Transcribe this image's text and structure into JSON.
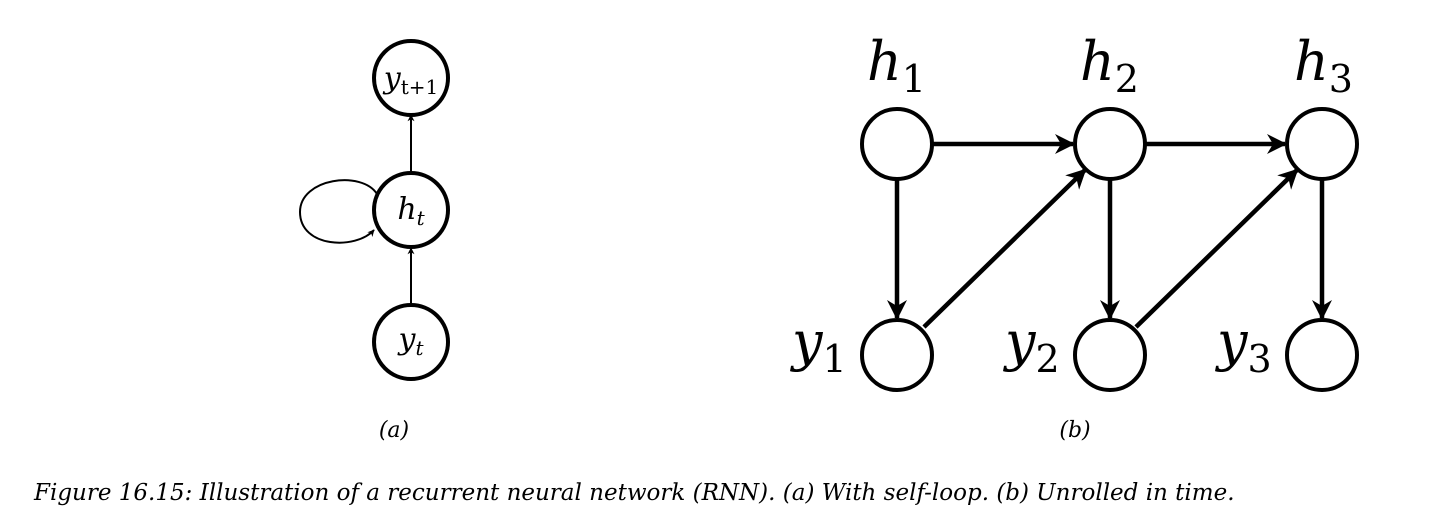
{
  "panel_a": {
    "nodes": [
      {
        "id": "y_t+1",
        "var": "y",
        "sub": "t+1"
      },
      {
        "id": "h_t",
        "var": "h",
        "sub": "t"
      },
      {
        "id": "y_t",
        "var": "y",
        "sub": "t"
      }
    ],
    "edges": [
      {
        "from": "y_t",
        "to": "h_t"
      },
      {
        "from": "h_t",
        "to": "y_t+1"
      },
      {
        "from": "h_t",
        "to": "h_t",
        "kind": "self-loop"
      }
    ],
    "label": "(a)"
  },
  "panel_b": {
    "nodes": [
      {
        "id": "h1",
        "var": "h",
        "sub": "1"
      },
      {
        "id": "h2",
        "var": "h",
        "sub": "2"
      },
      {
        "id": "h3",
        "var": "h",
        "sub": "3"
      },
      {
        "id": "y1",
        "var": "y",
        "sub": "1"
      },
      {
        "id": "y2",
        "var": "y",
        "sub": "2"
      },
      {
        "id": "y3",
        "var": "y",
        "sub": "3"
      }
    ],
    "edges": [
      {
        "from": "h1",
        "to": "h2"
      },
      {
        "from": "h2",
        "to": "h3"
      },
      {
        "from": "h1",
        "to": "y1"
      },
      {
        "from": "h2",
        "to": "y2"
      },
      {
        "from": "h3",
        "to": "y3"
      },
      {
        "from": "y1",
        "to": "h2"
      },
      {
        "from": "y2",
        "to": "h3"
      }
    ],
    "label": "(b)"
  },
  "caption": "Figure 16.15: Illustration of a recurrent neural network (RNN). (a) With self-loop. (b) Unrolled in time."
}
